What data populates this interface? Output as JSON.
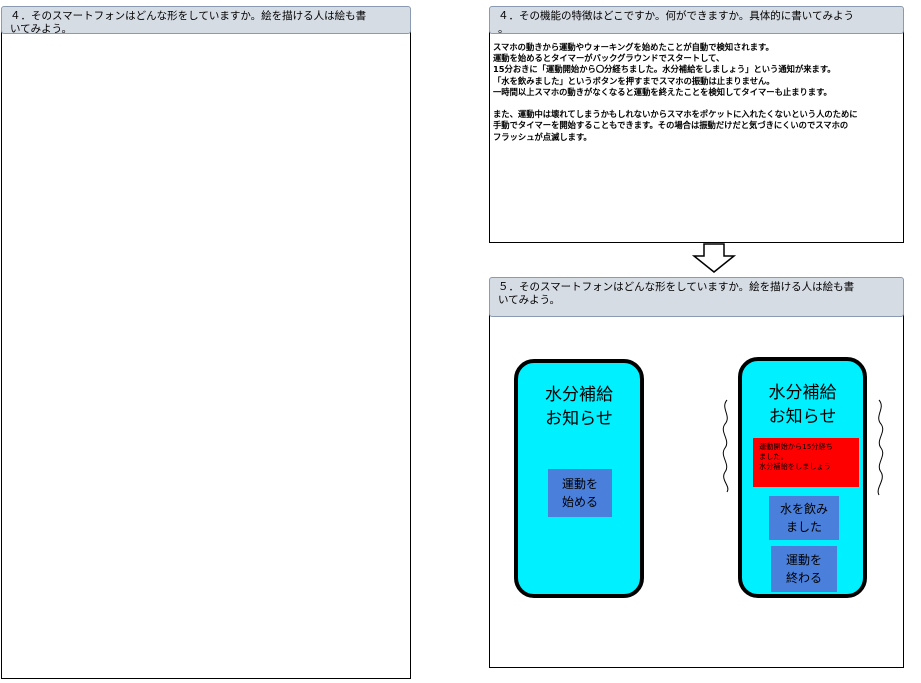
{
  "left_panel": {
    "header": "４．そのスマートフォンはどんな形をしていますか。絵を描ける人は絵も書\nいてみよう。"
  },
  "right_top": {
    "header": "４．その機能の特徴はどこですか。何ができますか。具体的に書いてみよう\n。",
    "body": "スマホの動きから運動やウォーキングを始めたことが自動で検知されます。\n運動を始めるとタイマーがバックグラウンドでスタートして、\n15分おきに「運動開始から〇分経ちました。水分補給をしましょう」という通知が来ます。\n「水を飲みました」というボタンを押すまでスマホの振動は止まりません。\n一時間以上スマホの動きがなくなると運動を終えたことを検知してタイマーも止まります。\n\nまた、運動中は壊れてしまうかもしれないからスマホをポケットに入れたくないという人のために\n手動でタイマーを開始することもできます。その場合は振動だけだと気づきにくいのでスマホの\nフラッシュが点滅します。"
  },
  "right_bottom": {
    "header": "５．そのスマートフォンはどんな形をしていますか。絵を描ける人は絵も書\nいてみよう。"
  },
  "phone1": {
    "title": "水分補給\nお知らせ",
    "button": "運動を\n始める"
  },
  "phone2": {
    "title": "水分補給\nお知らせ",
    "alert": "運動開始から15分経ち\nました。\n水分補給をしましょう",
    "button_water": "水を飲み\nました",
    "button_end": "運動を\n終わる"
  },
  "colors": {
    "phone_screen": "#00f0ff",
    "button": "#4a7fdc",
    "alert": "#ff0000",
    "header_bg": "#d6dce4"
  }
}
